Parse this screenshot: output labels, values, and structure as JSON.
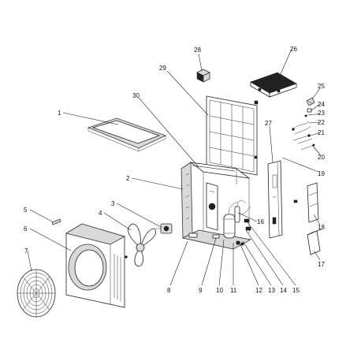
{
  "labels": {
    "p1": "1",
    "p2": "2",
    "p3": "3",
    "p4": "4",
    "p5": "5",
    "p6": "6",
    "p7": "7",
    "p8": "8",
    "p9": "9",
    "p10": "10",
    "p11": "11",
    "p12": "12",
    "p13": "13",
    "p14": "14",
    "p15": "15",
    "p16": "16",
    "p17": "17",
    "p18": "18",
    "p19": "19",
    "p20": "20",
    "p21": "21",
    "p22": "22",
    "p23": "23",
    "p24": "24",
    "p25": "25",
    "p26": "26",
    "p27": "27",
    "p28": "28",
    "p29": "29",
    "p30": "30"
  },
  "colors": {
    "line": "#222222",
    "fill_panel": "#d9d9d9",
    "background": "#ffffff"
  }
}
